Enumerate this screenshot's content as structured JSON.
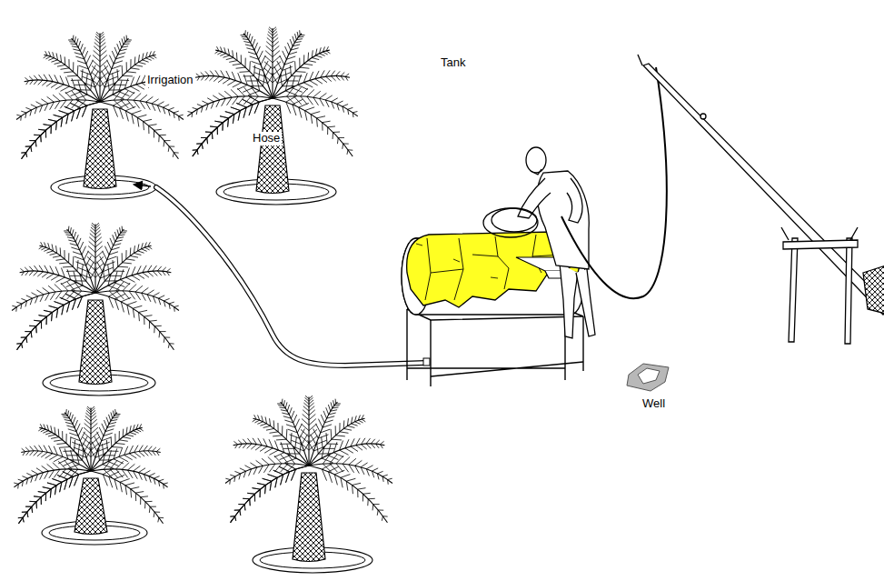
{
  "diagram": {
    "labels": [
      "Irrigation",
      "Tank",
      "Hose",
      "Well"
    ]
  }
}
